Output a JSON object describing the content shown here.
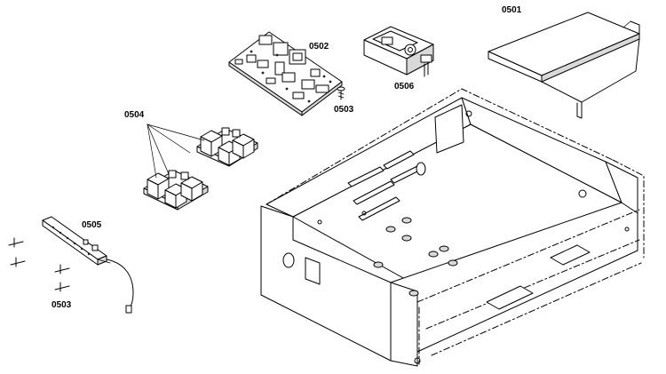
{
  "parts": [
    {
      "id": "part-0501",
      "label": "0501"
    },
    {
      "id": "part-0502",
      "label": "0502"
    },
    {
      "id": "part-0503-top",
      "label": "0503"
    },
    {
      "id": "part-0504",
      "label": "0504"
    },
    {
      "id": "part-0505",
      "label": "0505"
    },
    {
      "id": "part-0506",
      "label": "0506"
    },
    {
      "id": "part-0503-bottom",
      "label": "0503"
    }
  ]
}
